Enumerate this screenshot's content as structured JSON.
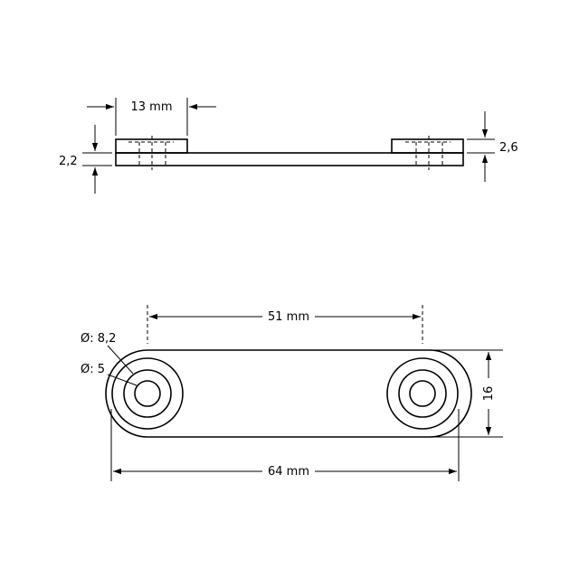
{
  "side_view": {
    "width_label": "13 mm",
    "left_height_label": "2,2",
    "right_height_label": "2,6"
  },
  "top_view": {
    "spacing_label": "51 mm",
    "length_label": "64 mm",
    "height_label": "16",
    "outer_diameter_label": "Ø: 8,2",
    "inner_diameter_label": "Ø: 5"
  },
  "colors": {
    "line": "#000000",
    "background": "#ffffff"
  }
}
